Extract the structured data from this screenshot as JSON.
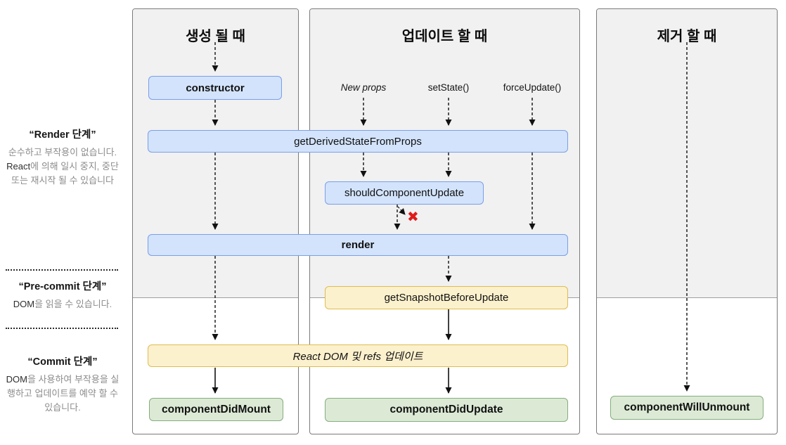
{
  "diagram": {
    "columns": [
      {
        "id": "mount",
        "title": "생성 될 때"
      },
      {
        "id": "update",
        "title": "업데이트 할 때"
      },
      {
        "id": "unmount",
        "title": "제거 할 때"
      }
    ],
    "triggers": [
      {
        "label": "New props"
      },
      {
        "label": "setState()"
      },
      {
        "label": "forceUpdate()"
      }
    ],
    "nodes": {
      "constructor": "constructor",
      "getDerivedStateFromProps": "getDerivedStateFromProps",
      "shouldComponentUpdate": "shouldComponentUpdate",
      "render": "render",
      "getSnapshotBeforeUpdate": "getSnapshotBeforeUpdate",
      "reactDomUpdate": "React DOM 및 refs 업데이트",
      "componentDidMount": "componentDidMount",
      "componentDidUpdate": "componentDidUpdate",
      "componentWillUnmount": "componentWillUnmount"
    },
    "skip_marker": "✖"
  },
  "sidebar": {
    "phases": [
      {
        "title": "“Render 단계”",
        "desc_before": "순수하고 부작용이 없습니다. ",
        "desc_en": "React",
        "desc_after": "에 의해 일시 중지, 중단 또는 재시작 될 수 있습니다"
      },
      {
        "title": "“Pre-commit 단계”",
        "desc_before": "",
        "desc_en": "DOM",
        "desc_after": "을 읽을 수 있습니다."
      },
      {
        "title": "“Commit 단계”",
        "desc_before": "",
        "desc_en": "DOM",
        "desc_after": "을 사용하여 부작용을 실행하고 업데이트를 예약 할 수 있습니다."
      }
    ]
  },
  "colors": {
    "blue_fill": "#d2e3fb",
    "blue_border": "#7a9fe8",
    "yellow_fill": "#fcf1cd",
    "yellow_border": "#dfbc51",
    "green_fill": "#dcead5",
    "green_border": "#85ad7d",
    "gray_region": "#f1f1f2",
    "panel_border": "#7a7a7a",
    "x_red": "#df1b1b"
  }
}
